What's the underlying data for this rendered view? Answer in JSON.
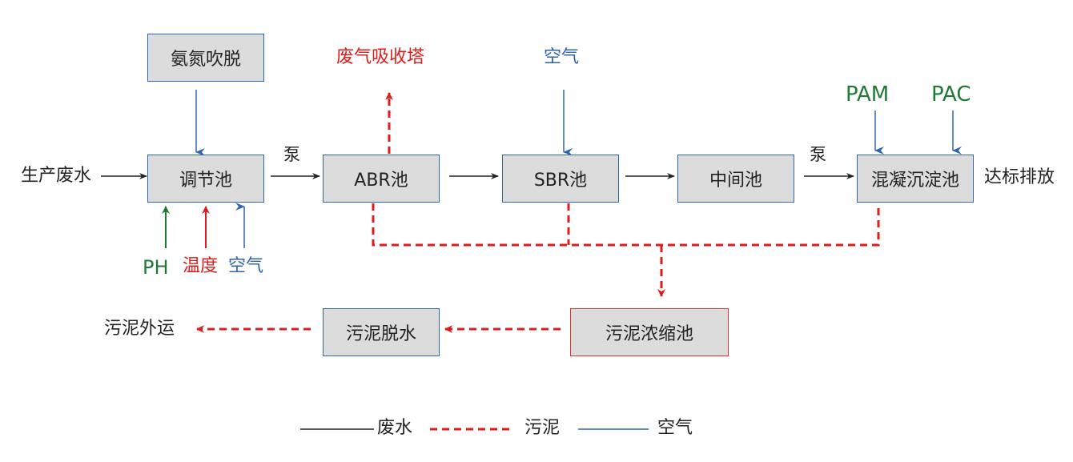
{
  "colors": {
    "wastewater": "#222222",
    "sludge": "#e01b1b",
    "air": "#2f65ac",
    "chemical": "#1f7a35",
    "box_fill": "#dcdcdc"
  },
  "nodes": {
    "ammonia_stripping": "氨氮吹脱",
    "regulating_tank": "调节池",
    "abr_tank": "ABR池",
    "sbr_tank": "SBR池",
    "intermediate_tank": "中间池",
    "coag_sed_tank": "混凝沉淀池",
    "sludge_thickener": "污泥浓缩池",
    "sludge_dewatering": "污泥脱水"
  },
  "labels": {
    "production_wastewater": "生产废水",
    "pump_1": "泵",
    "pump_2": "泵",
    "exhaust_tower": "废气吸收塔",
    "air_sbr": "空气",
    "pam": "PAM",
    "pac": "PAC",
    "discharge": "达标排放",
    "ph": "PH",
    "temperature": "温度",
    "air_reg": "空气",
    "sludge_transport": "污泥外运"
  },
  "legend": [
    {
      "label": "废水",
      "style": "solid",
      "color": "#222222"
    },
    {
      "label": "污泥",
      "style": "dashed",
      "color": "#e01b1b"
    },
    {
      "label": "空气",
      "style": "solid",
      "color": "#2f65ac"
    }
  ]
}
